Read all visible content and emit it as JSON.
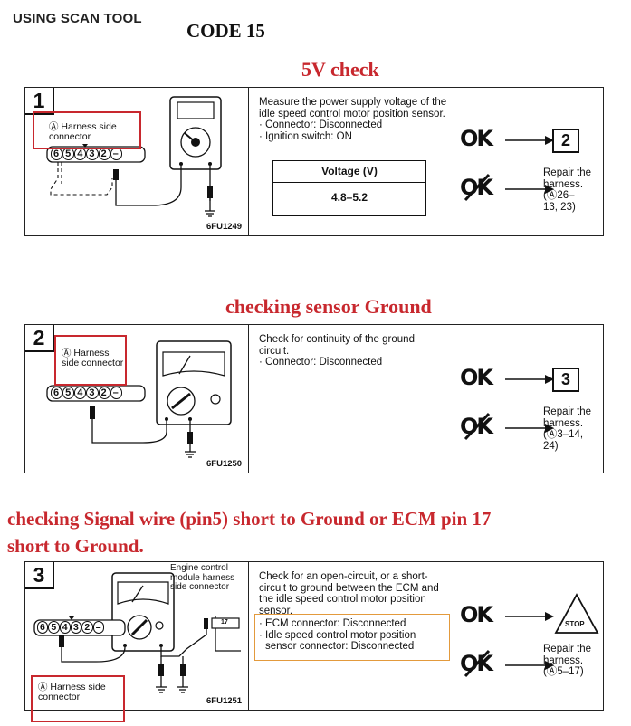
{
  "header": "USING SCAN TOOL",
  "code_title": "CODE 15",
  "colors": {
    "accent_red": "#c8282e",
    "ink": "#111111",
    "orange": "#e39a3c"
  },
  "sections": [
    {
      "heading": "5V check",
      "step": "1",
      "callout": "Ⓐ Harness side connector",
      "connector_pins": [
        "6",
        "5",
        "4",
        "3",
        "2",
        "–"
      ],
      "figure_code": "6FU1249",
      "description": "Measure the power supply voltage of the idle speed control motor position sensor.",
      "bullets": [
        "· Connector: Disconnected",
        "· Ignition switch: ON"
      ],
      "table": {
        "header": "Voltage (V)",
        "value": "4.8–5.2"
      },
      "ok_label": "OK",
      "ok_next": "2",
      "ng_label": "OK",
      "repair": [
        "Repair the",
        "harness.",
        "(Ⓐ26–",
        "13, 23)"
      ]
    },
    {
      "heading": "checking sensor Ground",
      "step": "2",
      "callout": "Ⓐ Harness side connector",
      "connector_pins": [
        "6",
        "5",
        "4",
        "3",
        "2",
        "–"
      ],
      "figure_code": "6FU1250",
      "description": "Check for continuity of the ground circuit.",
      "bullets": [
        "· Connector: Disconnected"
      ],
      "ok_label": "OK",
      "ok_next": "3",
      "ng_label": "OK",
      "repair": [
        "Repair the",
        "harness.",
        "(Ⓐ3–14,",
        "24)"
      ]
    },
    {
      "heading_line1": "checking Signal wire (pin5) short to Ground or ECM pin 17",
      "heading_line2": "short to Ground.",
      "step": "3",
      "ecm_label": "Engine control module harness side connector",
      "ecm_pin": "17",
      "callout": "Ⓐ Harness side connector",
      "connector_pins": [
        "6",
        "5",
        "4",
        "3",
        "2",
        "–"
      ],
      "figure_code": "6FU1251",
      "description": "Check for an open-circuit, or a short-circuit to ground between the ECM and the idle speed control motor position sensor.",
      "bullets": [
        "· ECM connector: Disconnected",
        "· Idle speed control motor position sensor connector: Disconnected"
      ],
      "ok_label": "OK",
      "ok_next": "STOP",
      "ng_label": "OK",
      "repair": [
        "Repair the",
        "harness.",
        "(Ⓐ5–17)"
      ]
    }
  ]
}
